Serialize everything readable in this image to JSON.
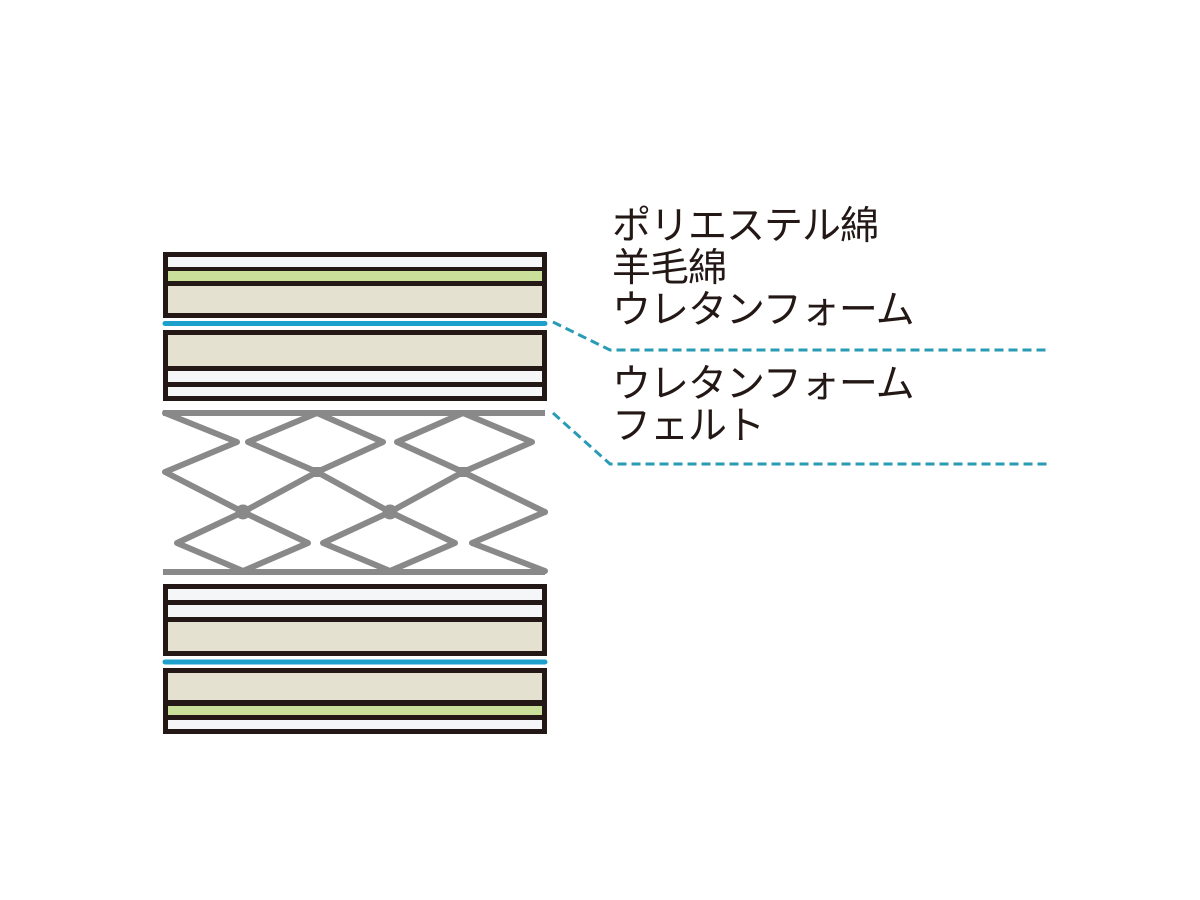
{
  "diagram": {
    "title": "Mattress cross-section layer structure",
    "colors": {
      "frame": "#231815",
      "white_layer": "#f5f6f8",
      "green_layer": "#c9df9a",
      "beige_layer": "#e4e1d0",
      "blue_line": "#1ea0cc",
      "spring": "#898989",
      "leader_line": "#2a9bb5",
      "text": "#231815"
    },
    "label_groups": [
      {
        "id": "upper",
        "points_to": "top cushioning layers (above blue separator)",
        "labels": [
          "ポリエステル綿",
          "羊毛綿",
          "ウレタンフォーム"
        ]
      },
      {
        "id": "lower",
        "points_to": "layers above spring unit",
        "labels": [
          "ウレタンフォーム",
          "フェルト"
        ]
      }
    ],
    "layers_top_to_bottom": [
      {
        "block": 1,
        "material": "white",
        "color": "#f5f6f8"
      },
      {
        "block": 1,
        "material": "green",
        "color": "#c9df9a"
      },
      {
        "block": 1,
        "material": "beige",
        "color": "#e4e1d0"
      },
      {
        "separator": "blue-line"
      },
      {
        "block": 2,
        "material": "beige",
        "color": "#e4e1d0"
      },
      {
        "block": 2,
        "material": "white",
        "color": "#f5f6f8"
      },
      {
        "block": 2,
        "material": "white",
        "color": "#f5f6f8"
      },
      {
        "spring_unit": "pocket/bonnell coil springs"
      },
      {
        "block": 3,
        "material": "white",
        "color": "#f5f6f8"
      },
      {
        "block": 3,
        "material": "white",
        "color": "#f5f6f8"
      },
      {
        "block": 3,
        "material": "beige",
        "color": "#e4e1d0"
      },
      {
        "separator": "blue-line"
      },
      {
        "block": 4,
        "material": "beige",
        "color": "#e4e1d0"
      },
      {
        "block": 4,
        "material": "green",
        "color": "#c9df9a"
      },
      {
        "block": 4,
        "material": "white",
        "color": "#f5f6f8"
      }
    ]
  }
}
